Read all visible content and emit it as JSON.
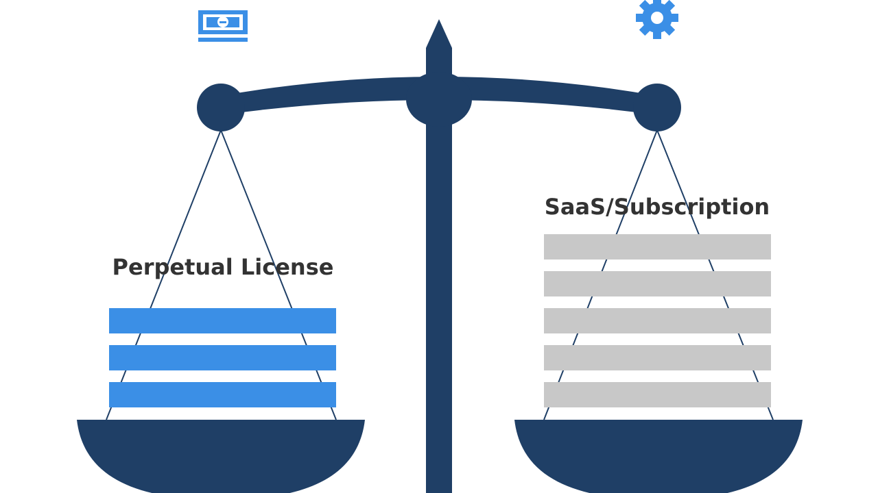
{
  "left_pan": {
    "label": "Perpetual License",
    "bar_color": "#3b8fe6",
    "bar_count": 3
  },
  "right_pan": {
    "label": "SaaS/Subscription",
    "bar_color": "#c8c8c8",
    "bar_count": 5
  },
  "colors": {
    "scale": "#1f3f66",
    "string": "#1f3f66",
    "icon_accent": "#3b8fe6",
    "label_text": "#333333"
  },
  "icons": {
    "top_left": "money-bill-icon",
    "top_right": "gear-icon"
  }
}
